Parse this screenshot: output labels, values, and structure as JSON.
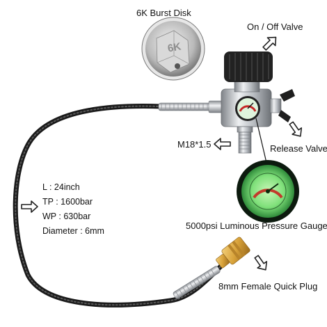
{
  "labels": {
    "burst_disk": "6K Burst Disk",
    "burst_disk_stamp": "6K",
    "on_off_valve": "On / Off Valve",
    "thread": "M18*1.5",
    "release_valve": "Release Valve",
    "gauge": "5000psi Luminous Pressure Gauge",
    "quick_plug": "8mm Female Quick Plug"
  },
  "specs": [
    {
      "label": "L",
      "value": "24inch"
    },
    {
      "label": "TP",
      "value": "1600bar"
    },
    {
      "label": "WP",
      "value": "630bar"
    },
    {
      "label": "Diameter",
      "value": "6mm"
    }
  ],
  "colors": {
    "hose": "#1a1a1a",
    "metal": "#c9ccd0",
    "knob": "#222222",
    "brass": "#d8a23a",
    "glow": "#7fe07a",
    "arrow_outline": "#222222"
  },
  "icons": [
    "hollow-arrow-icon",
    "gauge-icon",
    "burst-disk-icon"
  ]
}
